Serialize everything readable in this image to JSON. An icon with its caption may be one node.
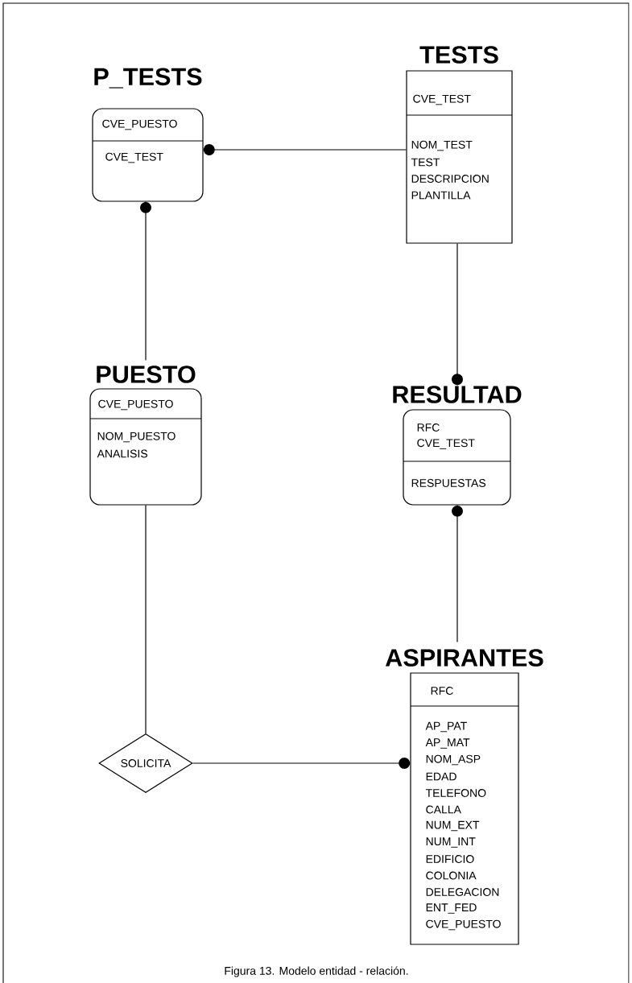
{
  "diagram": {
    "caption": "Figura 13. Modelo entidad - relación.",
    "nodes": [
      {
        "text": [
          "P_TESTS",
          "CVE_PUESTO",
          "CVE_TEST"
        ]
      },
      {
        "text": [
          "TESTS",
          "CVE_TEST",
          "NOM_TEST",
          "TEST",
          "DESCRIPCION",
          "PLANTILLA"
        ]
      },
      {
        "text": [
          "PUESTO",
          "CVE_PUESTO",
          "NOM_PUESTO",
          "ANALISIS"
        ]
      },
      {
        "text": [
          "RESULTAD",
          "RFC",
          "CVE_TEST",
          "RESPUESTAS"
        ]
      },
      {
        "text": [
          "ASPIRANTES",
          "RFC",
          "AP_PAT",
          "AP_MAT",
          "NOM_ASP",
          "EDAD",
          "TELEFONO",
          "CALLA",
          "NUM_EXT",
          "NUM_INT",
          "EDIFICIO",
          "COLONIA",
          "DELEGACION",
          "ENT_FED",
          "CVE_PUESTO"
        ]
      },
      {
        "text": [
          "SOLICITA"
        ]
      }
    ],
    "edges": [
      {
        "from": 1,
        "to": 0,
        "arrow": "other"
      },
      {
        "from": 2,
        "to": 0,
        "arrow": "other"
      },
      {
        "from": 1,
        "to": 3,
        "arrow": "other"
      },
      {
        "from": 4,
        "to": 3,
        "arrow": "other"
      },
      {
        "from": 2,
        "to": 5,
        "arrow": "none"
      },
      {
        "from": 5,
        "to": 4,
        "arrow": "other"
      }
    ]
  }
}
